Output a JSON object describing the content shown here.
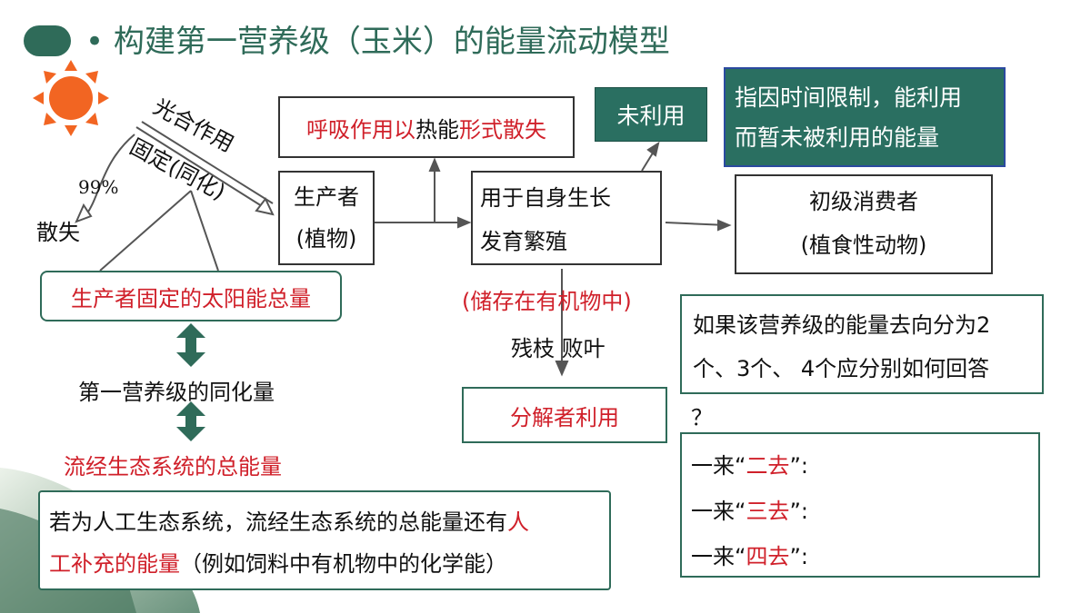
{
  "title": "• 构建第一营养级（玉米）的能量流动模型",
  "sun_labels": {
    "photosynthesis": "光合作用",
    "fixation": "固定(同化)",
    "percent": "99%",
    "dissipate": "散失"
  },
  "respiration": {
    "part1": "呼吸作用以",
    "part2": "热能",
    "part3": "形式散失"
  },
  "unused": "未利用",
  "unused_note": {
    "line1": "指因时间限制，能利用",
    "line2": "而暂未被利用的能量"
  },
  "producer": {
    "line1": "生产者",
    "line2": "(植物)"
  },
  "growth": {
    "line1": "用于自身生长",
    "line2": "发育繁殖"
  },
  "consumer": {
    "line1": "初级消费者",
    "line2": "(植食性动物)"
  },
  "storage": "(储存在有机物中)",
  "litter": "残枝 败叶",
  "decomposer": "分解者利用",
  "total_fixed": "生产者固定的太阳能总量",
  "assimilation": "第一营养级的同化量",
  "total_flow": "流经生态系统的总能量",
  "artificial": {
    "line1_a": "若为人工生态系统，流经生态系统的总能量还有",
    "line1_b": "人",
    "line2_a": "工补充的能量",
    "line2_b": "（例如饲料中有机物中的化学能）"
  },
  "question": {
    "line1": "如果该营养级的能量去向分为2",
    "line2": "个、3个、 4个应分别如何回答",
    "line3": "？"
  },
  "answers": [
    {
      "prefix": "一来“",
      "red": "二去",
      "suffix": "”:"
    },
    {
      "prefix": "一来“",
      "red": "三去",
      "suffix": "”:"
    },
    {
      "prefix": "一来“",
      "red": "四去",
      "suffix": "”:"
    }
  ],
  "colors": {
    "teal": "#2f6b59",
    "red": "#d0202a",
    "sun": "#f26522"
  }
}
